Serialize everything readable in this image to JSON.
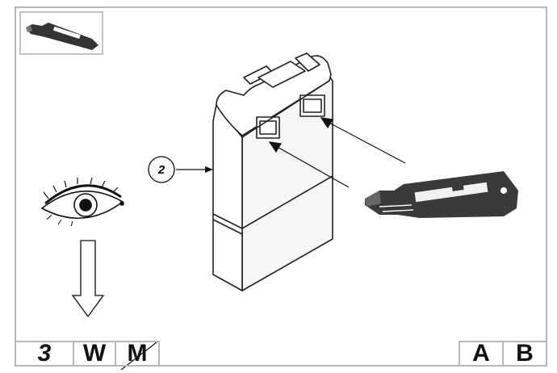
{
  "diagram": {
    "callout_number": "2",
    "bottom_left_labels": {
      "step": "3",
      "w": "W",
      "m_crossed": "M"
    },
    "bottom_right_labels": {
      "a": "A",
      "b": "B"
    },
    "icons": [
      "cutter-knife-thumbnail-icon",
      "eye-icon",
      "down-arrow-icon",
      "cutter-knife-icon"
    ],
    "colors": {
      "frame": "#b8b8b8",
      "ink": "#111111",
      "knife_body": "#3a3a3a"
    }
  }
}
